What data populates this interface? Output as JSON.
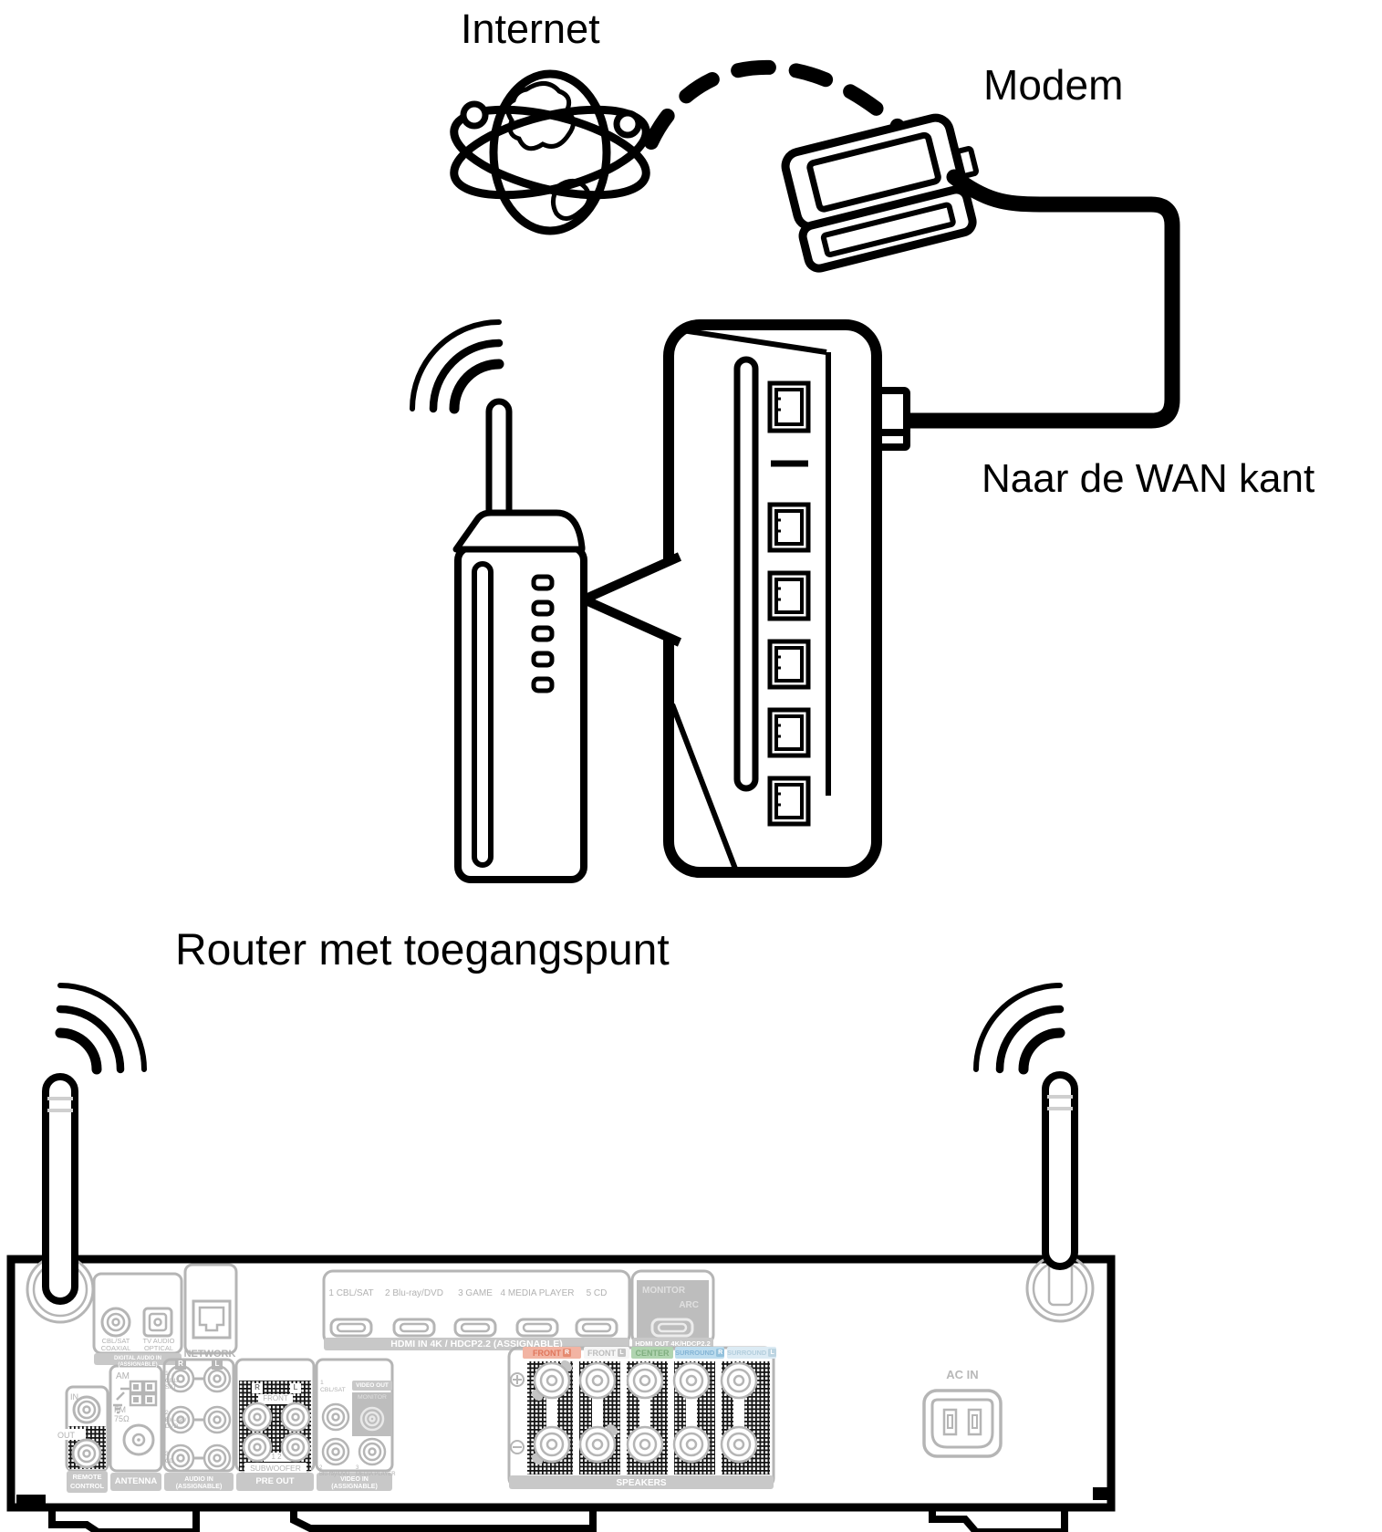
{
  "colors": {
    "ink": "#000000",
    "panel_line": "#b5b5b5",
    "tab_bg": "#c8c8c8",
    "tab_text": "#ffffff",
    "monitor_box_bg": "#bdbdbd",
    "box_gray": "#b5b5b5",
    "white": "#ffffff"
  },
  "labels": {
    "internet": "Internet",
    "modem": "Modem",
    "wan": "Naar de WAN kant",
    "router": "Router met toegangspunt"
  },
  "receiver": {
    "digital_audio": {
      "coaxial_label": "CBL/SAT\nCOAXIAL",
      "optical_label": "TV AUDIO\nOPTICAL",
      "tab": "DIGITAL AUDIO IN (ASSIGNABLE)"
    },
    "network": {
      "tab": "NETWORK"
    },
    "remote": {
      "in_label": "IN",
      "out_label": "OUT",
      "tab": "REMOTE\nCONTROL"
    },
    "antenna": {
      "am": "AM",
      "fm": "FM\n75Ω",
      "tab": "ANTENNA"
    },
    "audio_in": {
      "right": "R",
      "left": "L",
      "rows": [
        "1\nCBL/\nSAT",
        "2\nBlu-ray/\nDVD",
        "3\nCD"
      ],
      "tab": "AUDIO IN (ASSIGNABLE)"
    },
    "pre_out": {
      "right": "R",
      "left": "L",
      "front": "FRONT",
      "numbers": "1 2",
      "subwoofer": "SUBWOOFER",
      "tab": "PRE OUT"
    },
    "video_in": {
      "row1": "1\nCBL/SAT",
      "video_out": "VIDEO OUT",
      "monitor": "MONITOR",
      "row2": "2\nBlu-ray/DVD",
      "row3": "3\nMEDIA PLAYER",
      "tab": "VIDEO IN (ASSIGNABLE)"
    },
    "hdmi_in": {
      "inputs": [
        "1 CBL/SAT",
        "2 Blu-ray/DVD",
        "3 GAME",
        "4 MEDIA PLAYER",
        "5 CD"
      ],
      "tab": "HDMI IN  4K / HDCP2.2 (ASSIGNABLE)"
    },
    "hdmi_out": {
      "monitor": "MONITOR",
      "arc": "ARC",
      "tab": "HDMI OUT 4K/HDCP2.2"
    },
    "speakers": {
      "chips": [
        {
          "text": "FRONT",
          "letter": "R",
          "bg": "#f2b4a3",
          "fg": "#e0765c",
          "letter_bg": "#e58a70"
        },
        {
          "text": "FRONT",
          "letter": "L",
          "bg": "#f6f6f6",
          "fg": "#bcbcbc",
          "letter_bg": "#c4c4c4"
        },
        {
          "text": "CENTER",
          "letter": "",
          "bg": "#b0d4b0",
          "fg": "#7fae7f",
          "letter_bg": ""
        },
        {
          "text": "SURROUND",
          "letter": "R",
          "bg": "#bcdcee",
          "fg": "#85b5d6",
          "letter_bg": "#93c1dc"
        },
        {
          "text": "SURROUND",
          "letter": "L",
          "bg": "#dcebf4",
          "fg": "#b3cedd",
          "letter_bg": "#bdd5e2"
        }
      ],
      "tab": "SPEAKERS"
    },
    "ac_in": "AC IN"
  }
}
